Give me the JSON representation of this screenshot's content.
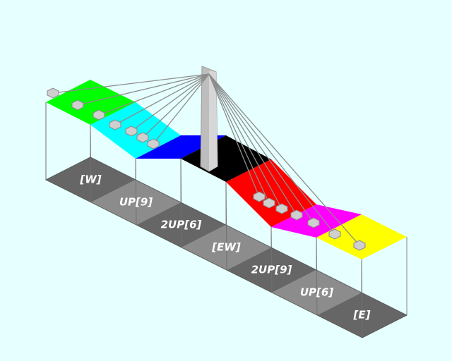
{
  "scene": {
    "background": "#e6ffff",
    "ground_tile_dark": "#666666",
    "ground_tile_light": "#8c8c8c",
    "cable_color": "#8c8c8c",
    "tower_color": "#bdbdbd",
    "post_color": "#888888"
  },
  "segments": [
    {
      "label": "[W]",
      "deck_color": "#00ff00"
    },
    {
      "label": "UP[9]",
      "deck_color": "#00ffff"
    },
    {
      "label": "2UP[6]",
      "deck_color": "#0000ff"
    },
    {
      "label": "[EW]",
      "deck_color": "#000000"
    },
    {
      "label": "2UP[9]",
      "deck_color": "#ff0000"
    },
    {
      "label": "UP[6]",
      "deck_color": "#ff00ff"
    },
    {
      "label": "[E]",
      "deck_color": "#ffff00"
    }
  ]
}
